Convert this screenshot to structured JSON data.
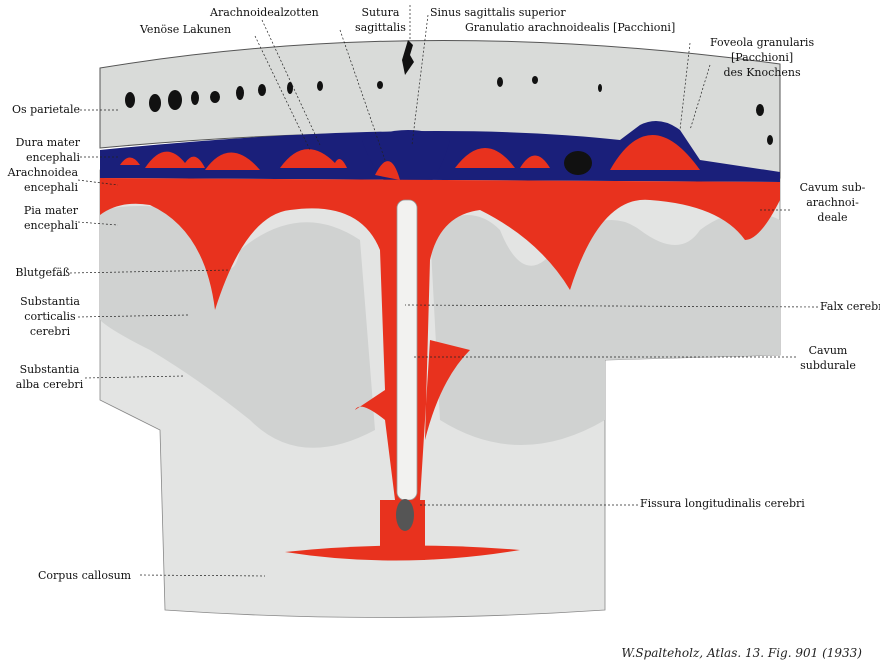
{
  "labels": {
    "venoese_lakunen": [
      "Venöse Lakunen"
    ],
    "arachnoidealzotten": [
      "Arachnoidealzotten"
    ],
    "sutura_sagittalis": [
      "Sutura",
      "sagittalis"
    ],
    "sinus_sagittalis_superior": [
      "Sinus sagittalis superior"
    ],
    "granulatio": [
      "Granulatio arachnoidealis [Pacchioni]"
    ],
    "foveola": [
      "Foveola granularis",
      "[Pacchioni]",
      "des Knochens"
    ],
    "os_parietale": [
      "Os parietale"
    ],
    "dura_mater": [
      "Dura mater",
      "encephali"
    ],
    "arachnoidea": [
      "Arachnoidea",
      "encephali"
    ],
    "pia_mater": [
      "Pia mater",
      "encephali"
    ],
    "blutgefaess": [
      "Blutgefäß"
    ],
    "substantia_corticalis": [
      "Substantia",
      "corticalis",
      "cerebri"
    ],
    "substantia_alba": [
      "Substantia",
      "alba cerebri"
    ],
    "corpus_callosum": [
      "Corpus callosum"
    ],
    "cavum_subarachnoideale": [
      "Cavum sub-",
      "arachnoi-",
      "deale"
    ],
    "falx_cerebri": [
      "Falx cerebri"
    ],
    "cavum_subdurale": [
      "Cavum",
      "subdurale"
    ],
    "fissura": [
      "Fissura longitudinalis cerebri"
    ]
  },
  "caption": "W.Spalteholz, Atlas. 13. Fig. 901 (1933)",
  "colors": {
    "bone": "#d9dbd9",
    "dura": "#1a1f7a",
    "arachnoid": "#e8321e",
    "brain": "#d2d4d3",
    "white_matter": "#e3e4e3"
  }
}
